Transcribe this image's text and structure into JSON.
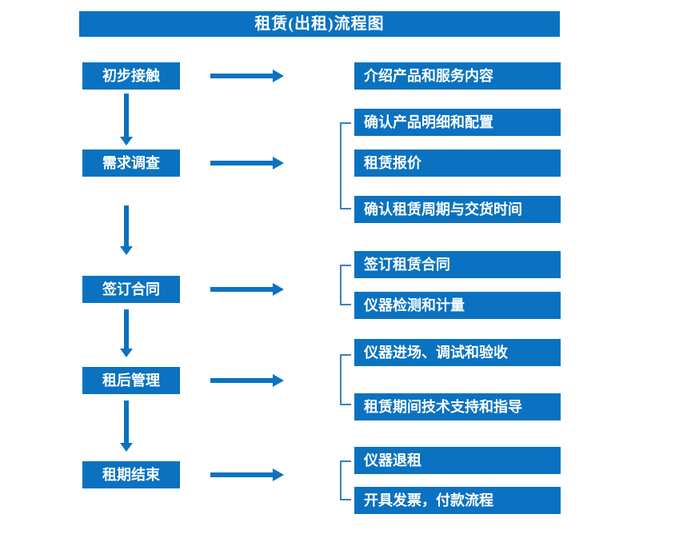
{
  "title": "租赁(出租)流程图",
  "colors": {
    "primary": "#0a72c0",
    "bracket_line": "#3c7fc1",
    "text_on_primary": "#ffffff",
    "background": "#ffffff"
  },
  "steps": [
    {
      "label": "初步接触",
      "outputs": [
        "介绍产品和服务内容"
      ]
    },
    {
      "label": "需求调查",
      "outputs": [
        "确认产品明细和配置",
        "租赁报价",
        "确认租赁周期与交货时间"
      ]
    },
    {
      "label": "签订合同",
      "outputs": [
        "签订租赁合同",
        "仪器检测和计量"
      ]
    },
    {
      "label": "租后管理",
      "outputs": [
        "仪器进场、调试和验收",
        "租赁期间技术支持和指导"
      ]
    },
    {
      "label": "租期结束",
      "outputs": [
        "仪器退租",
        "开具发票，付款流程"
      ]
    }
  ]
}
